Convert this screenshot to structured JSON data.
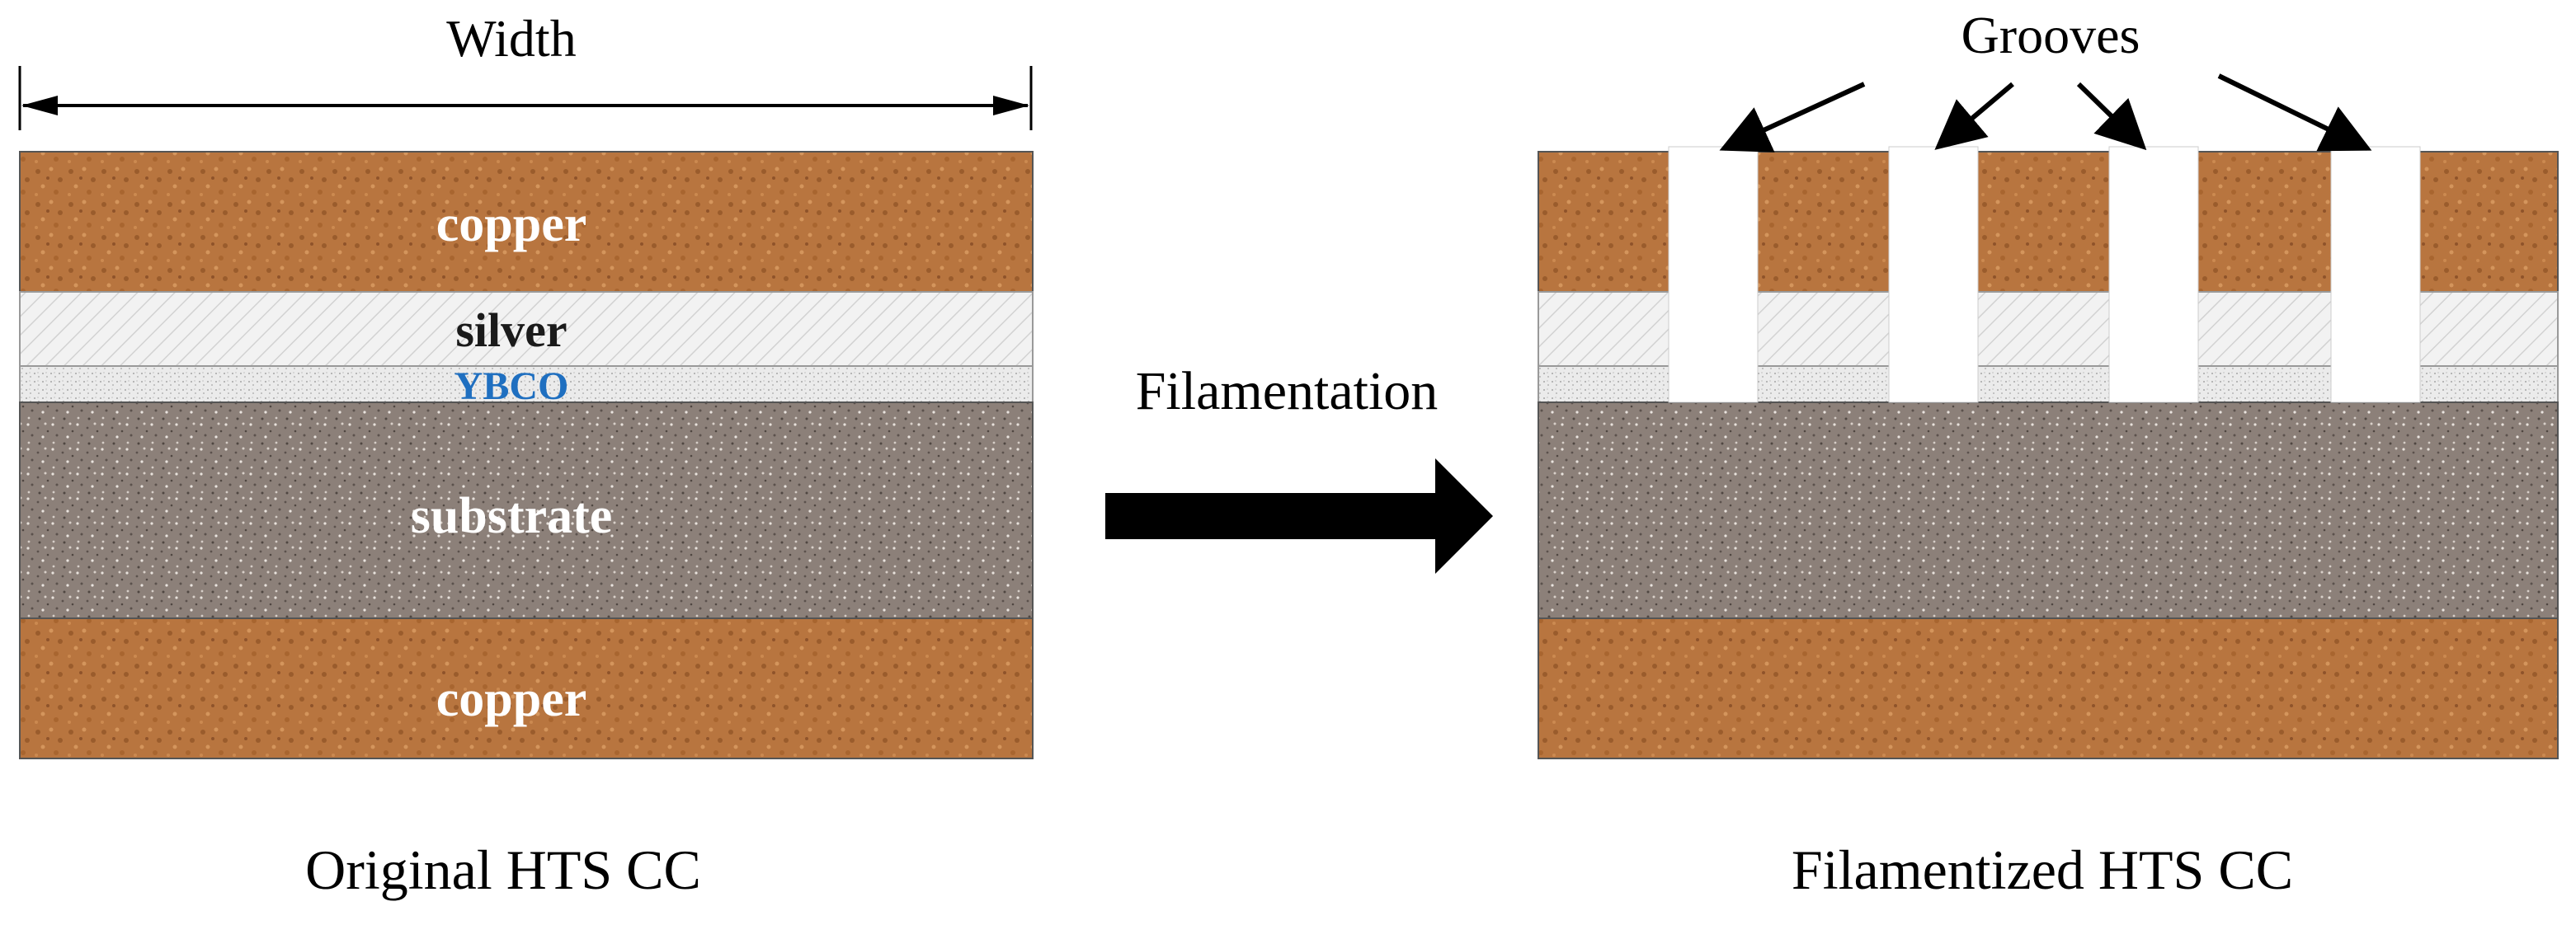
{
  "left_panel": {
    "width_label": "Width",
    "caption": "Original HTS CC",
    "layers": {
      "copper_top": "copper",
      "silver": "silver",
      "ybco": "YBCO",
      "substrate": "substrate",
      "copper_bottom": "copper"
    }
  },
  "process": {
    "label": "Filamentation"
  },
  "right_panel": {
    "grooves_label": "Grooves",
    "caption": "Filamentized HTS CC",
    "groove_count": 4
  },
  "colors": {
    "copper": "#b8753f",
    "silver": "#eeeeee",
    "ybco": "#e6e6e6",
    "substrate": "#8c8079",
    "ybco_text": "#1f6fc0",
    "layer_text": "#ffffff",
    "silver_text": "#1a1a1a",
    "arrow": "#000000"
  }
}
